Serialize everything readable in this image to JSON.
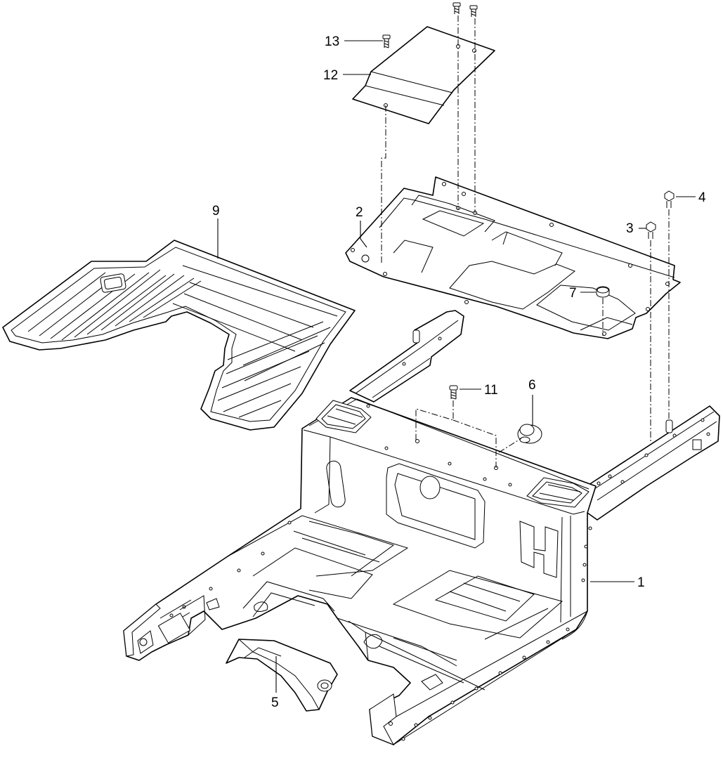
{
  "diagram": {
    "callouts": [
      {
        "id": "1",
        "text": "1"
      },
      {
        "id": "2",
        "text": "2"
      },
      {
        "id": "3",
        "text": "3"
      },
      {
        "id": "4",
        "text": "4"
      },
      {
        "id": "5",
        "text": "5"
      },
      {
        "id": "6",
        "text": "6"
      },
      {
        "id": "7",
        "text": "7"
      },
      {
        "id": "9",
        "text": "9"
      },
      {
        "id": "11",
        "text": "11"
      },
      {
        "id": "12",
        "text": "12"
      },
      {
        "id": "13",
        "text": "13"
      }
    ],
    "parts": [
      {
        "callout": "1",
        "icon": "floor-pan-panel-icon"
      },
      {
        "callout": "2",
        "icon": "center-floor-panel-icon"
      },
      {
        "callout": "3",
        "icon": "bolt-icon"
      },
      {
        "callout": "4",
        "icon": "bolt-icon"
      },
      {
        "callout": "5",
        "icon": "heat-protector-icon"
      },
      {
        "callout": "6",
        "icon": "grommet-icon"
      },
      {
        "callout": "7",
        "icon": "plug-icon"
      },
      {
        "callout": "9",
        "icon": "floor-mat-icon"
      },
      {
        "callout": "11",
        "icon": "bolt-icon"
      },
      {
        "callout": "12",
        "icon": "cover-plate-icon"
      },
      {
        "callout": "13",
        "icon": "bolt-icon"
      }
    ],
    "colors": {
      "line": "#000000",
      "background": "#ffffff"
    }
  }
}
